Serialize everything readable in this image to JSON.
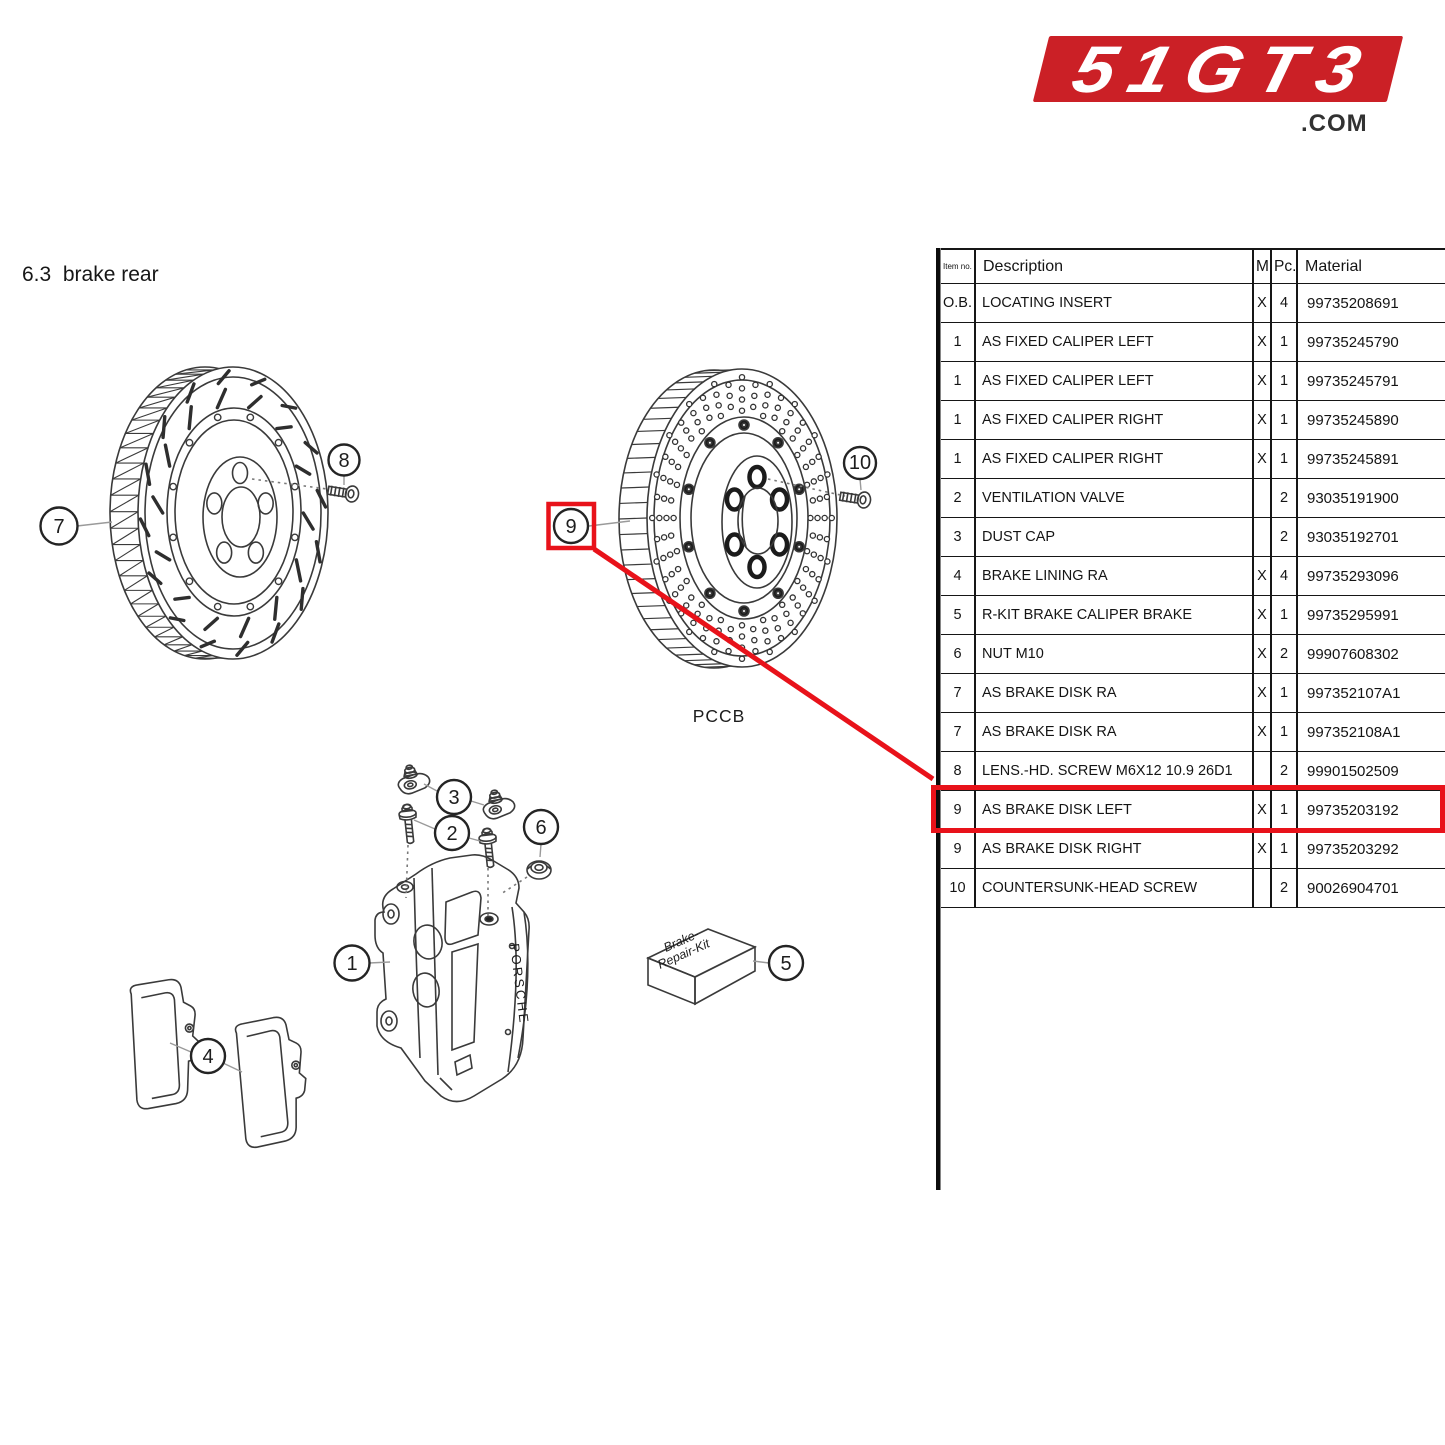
{
  "page": {
    "section_title": "6.3  brake rear"
  },
  "logo": {
    "brand": "51GT3",
    "tld": ".COM"
  },
  "colors": {
    "logo_red": "#cb2026",
    "highlight_red": "#e8121a",
    "line_art": "#3a3a3a"
  },
  "diagram": {
    "pccb_label": "PCCB",
    "caliper_brand": "PORSCHE",
    "repair_kit_label": [
      "Brake-",
      "Repair-Kit"
    ],
    "callouts": [
      "1",
      "2",
      "3",
      "4",
      "5",
      "6",
      "7",
      "8",
      "9",
      "10"
    ],
    "highlighted_callout": "9"
  },
  "parts_table": {
    "columns": [
      "Item no.",
      "Description",
      "M",
      "Pc.",
      "Material"
    ],
    "rows": [
      {
        "item": "O.B.",
        "description": "LOCATING INSERT",
        "m": "X",
        "pc": "4",
        "material": "99735208691",
        "highlighted": false
      },
      {
        "item": "1",
        "description": "AS FIXED CALIPER LEFT",
        "m": "X",
        "pc": "1",
        "material": "99735245790",
        "highlighted": false
      },
      {
        "item": "1",
        "description": "AS FIXED CALIPER LEFT",
        "m": "X",
        "pc": "1",
        "material": "99735245791",
        "highlighted": false
      },
      {
        "item": "1",
        "description": "AS FIXED CALIPER RIGHT",
        "m": "X",
        "pc": "1",
        "material": "99735245890",
        "highlighted": false
      },
      {
        "item": "1",
        "description": "AS FIXED CALIPER RIGHT",
        "m": "X",
        "pc": "1",
        "material": "99735245891",
        "highlighted": false
      },
      {
        "item": "2",
        "description": "VENTILATION VALVE",
        "m": "",
        "pc": "2",
        "material": "93035191900",
        "highlighted": false
      },
      {
        "item": "3",
        "description": "DUST CAP",
        "m": "",
        "pc": "2",
        "material": "93035192701",
        "highlighted": false
      },
      {
        "item": "4",
        "description": "BRAKE LINING RA",
        "m": "X",
        "pc": "4",
        "material": "99735293096",
        "highlighted": false
      },
      {
        "item": "5",
        "description": "R-KIT BRAKE CALIPER BRAKE",
        "m": "X",
        "pc": "1",
        "material": "99735295991",
        "highlighted": false
      },
      {
        "item": "6",
        "description": "NUT M10",
        "m": "X",
        "pc": "2",
        "material": "99907608302",
        "highlighted": false
      },
      {
        "item": "7",
        "description": "AS BRAKE DISK RA",
        "m": "X",
        "pc": "1",
        "material": "997352107A1",
        "highlighted": false
      },
      {
        "item": "7",
        "description": "AS BRAKE DISK RA",
        "m": "X",
        "pc": "1",
        "material": "997352108A1",
        "highlighted": false
      },
      {
        "item": "8",
        "description": "LENS.-HD. SCREW M6X12 10.9 26D1",
        "m": "",
        "pc": "2",
        "material": "99901502509",
        "highlighted": false
      },
      {
        "item": "9",
        "description": "AS BRAKE DISK LEFT",
        "m": "X",
        "pc": "1",
        "material": "99735203192",
        "highlighted": true
      },
      {
        "item": "9",
        "description": "AS BRAKE DISK RIGHT",
        "m": "X",
        "pc": "1",
        "material": "99735203292",
        "highlighted": false
      },
      {
        "item": "10",
        "description": "COUNTERSUNK-HEAD SCREW",
        "m": "",
        "pc": "2",
        "material": "90026904701",
        "highlighted": false
      }
    ]
  }
}
